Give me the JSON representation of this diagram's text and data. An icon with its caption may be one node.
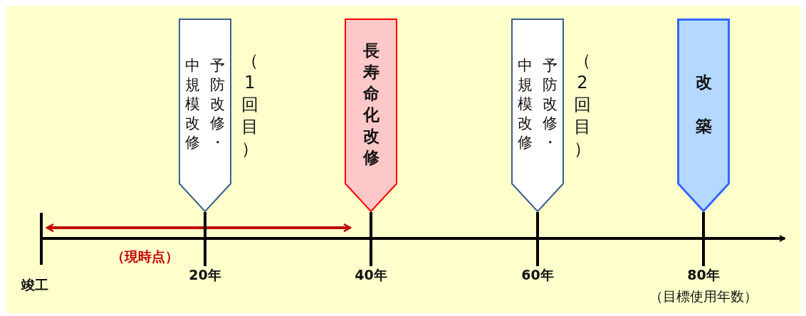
{
  "diagram": {
    "nodes": [
      {
        "text": [
          "予防改修・中規模改修"
        ],
        "beside": [
          "（1回目）"
        ]
      },
      {
        "text": [
          "長寿命化改修"
        ]
      },
      {
        "text": [
          "予防改修・中規模改修"
        ],
        "beside": [
          "（2回目）"
        ]
      },
      {
        "text": [
          "改築"
        ]
      },
      {
        "text": [
          "20年"
        ]
      },
      {
        "text": [
          "40年"
        ]
      },
      {
        "text": [
          "60年"
        ]
      },
      {
        "text": [
          "80年"
        ],
        "beside": [
          "（目標使用年数）"
        ]
      }
    ],
    "edges": [
      {
        "from": 0,
        "to": 4,
        "arrow": "none"
      },
      {
        "from": 1,
        "to": 5,
        "arrow": "none"
      },
      {
        "from": 2,
        "to": 6,
        "arrow": "none"
      },
      {
        "from": 3,
        "to": 7,
        "arrow": "none"
      }
    ],
    "labels": [
      "竣工",
      "（現時点）"
    ]
  }
}
